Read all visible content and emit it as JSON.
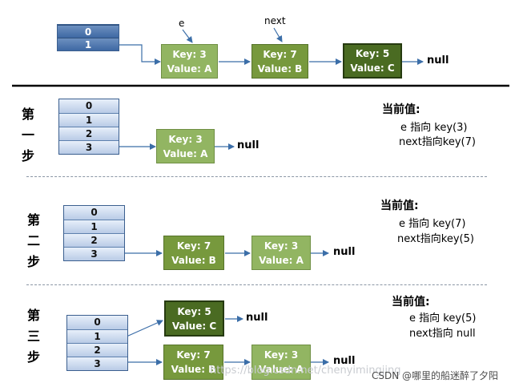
{
  "colors": {
    "node_light": "#92b562",
    "node_mid": "#77993d",
    "node_dark": "#4a6b22",
    "array": "#c9d7ee",
    "arrow": "#3b6ea8"
  },
  "top": {
    "array": [
      "0",
      "1"
    ],
    "label_e": "e",
    "label_next": "next",
    "nodes": [
      {
        "key": "Key: 3",
        "value": "Value: A"
      },
      {
        "key": "Key: 7",
        "value": "Value: B"
      },
      {
        "key": "Key: 5",
        "value": "Value: C"
      }
    ],
    "null": "null"
  },
  "step_labels": [
    [
      "第",
      "一",
      "步"
    ],
    [
      "第",
      "二",
      "步"
    ],
    [
      "第",
      "三",
      "步"
    ]
  ],
  "steps": [
    {
      "array": [
        "0",
        "1",
        "2",
        "3"
      ],
      "nodes": [
        {
          "key": "Key: 3",
          "value": "Value: A"
        }
      ],
      "null": "null",
      "current_title": "当前值:",
      "current_lines": [
        "e  指向 key(3)",
        "next指向key(7)"
      ]
    },
    {
      "array": [
        "0",
        "1",
        "2",
        "3"
      ],
      "nodes": [
        {
          "key": "Key: 7",
          "value": "Value: B"
        },
        {
          "key": "Key: 3",
          "value": "Value: A"
        }
      ],
      "null": "null",
      "current_title": "当前值:",
      "current_lines": [
        "e  指向 key(7)",
        "next指向key(5)"
      ]
    },
    {
      "array": [
        "0",
        "1",
        "2",
        "3"
      ],
      "nodes": [
        {
          "key": "Key: 5",
          "value": "Value: C"
        },
        {
          "key": "Key: 7",
          "value": "Value: B"
        },
        {
          "key": "Key: 3",
          "value": "Value: A"
        }
      ],
      "nulls": [
        "null",
        "null"
      ],
      "current_title": "当前值:",
      "current_lines": [
        "e  指向 key(5)",
        "next指向 null"
      ]
    }
  ],
  "watermark": "https://blog.csdn.net/chenyimingjing",
  "credit": "CSDN @哪里的船迷醉了夕阳"
}
